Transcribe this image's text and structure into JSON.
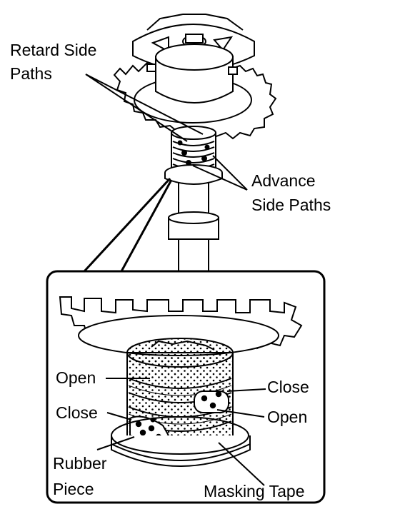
{
  "labels": {
    "retard_line1": "Retard Side",
    "retard_line2": "Paths",
    "advance_line1": "Advance",
    "advance_line2": "Side Paths",
    "open_left": "Open",
    "close_right": "Close",
    "close_left": "Close",
    "open_right": "Open",
    "rubber_line1": "Rubber",
    "rubber_line2": "Piece",
    "masking_tape": "Masking Tape"
  }
}
